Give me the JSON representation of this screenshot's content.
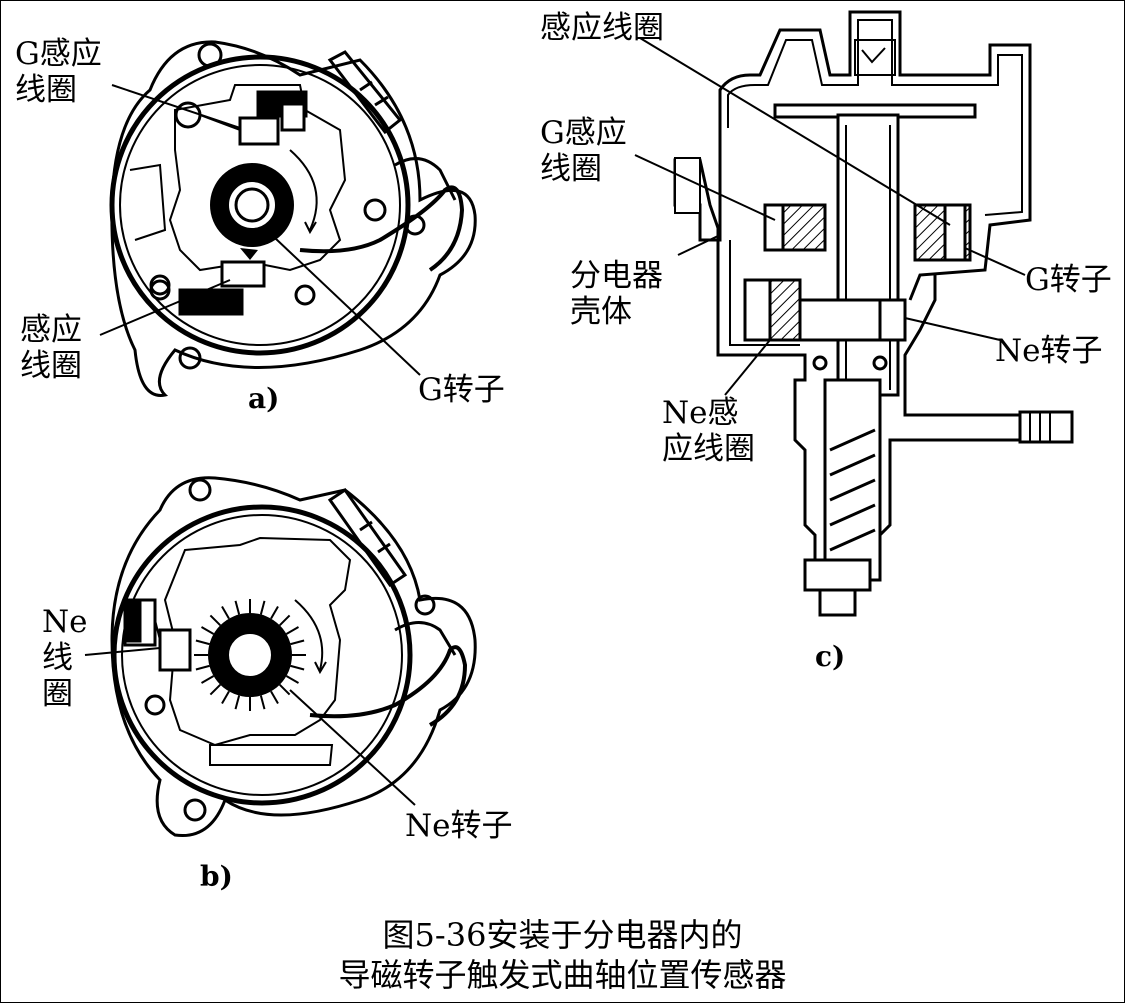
{
  "panel_a": {
    "sub_label": "a)",
    "g_coil_label": "G感应\n线圈",
    "coil_label": "感应\n线圈",
    "g_rotor_label": "G转子"
  },
  "panel_b": {
    "sub_label": "b)",
    "ne_coil_label": "Ne\n线\n圈",
    "ne_rotor_label": "Ne转子"
  },
  "panel_c": {
    "sub_label": "c)",
    "coil_top_label": "感应线圈",
    "g_coil_label": "G感应\n线圈",
    "housing_label": "分电器\n壳体",
    "ne_coil_label": "Ne感\n应线圈",
    "g_rotor_label": "G转子",
    "ne_rotor_label": "Ne转子"
  },
  "caption": {
    "line1": "图5-36安装于分电器内的",
    "line2": "导磁转子触发式曲轴位置传感器"
  }
}
